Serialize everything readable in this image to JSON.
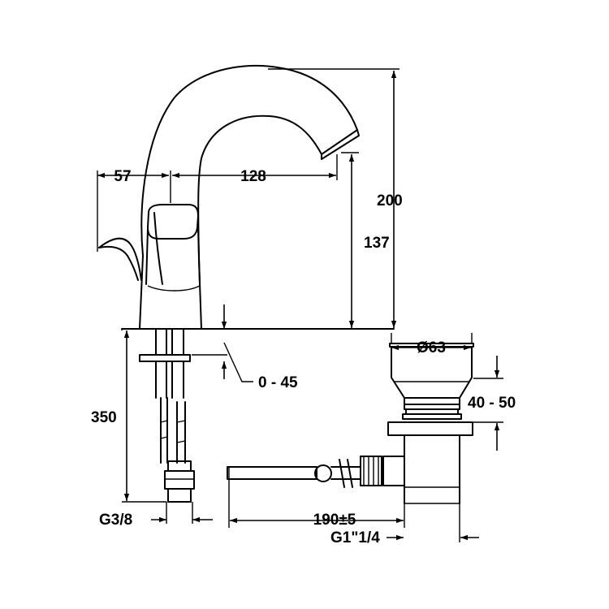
{
  "dimensions": {
    "width_57": "57",
    "width_128": "128",
    "height_137": "137",
    "height_200": "200",
    "range_0_45": "0 - 45",
    "length_350": "350",
    "thread_g38": "G3/8",
    "diameter_63": "Ø63",
    "range_40_50": "40 - 50",
    "length_190": "190±5",
    "thread_g1_1_4": "G1\"1/4"
  }
}
